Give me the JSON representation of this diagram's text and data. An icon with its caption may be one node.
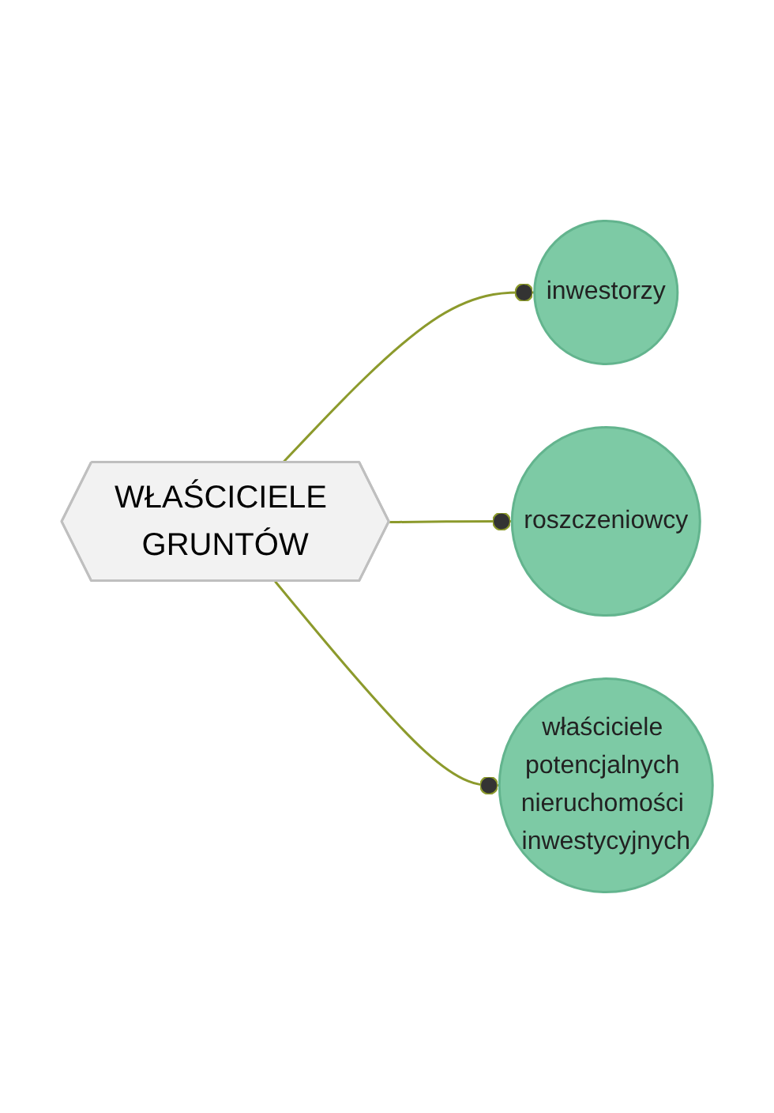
{
  "diagram": {
    "nodes": [
      {
        "text": [
          "WŁAŚCICIELE GRUNTÓW"
        ]
      },
      {
        "text": [
          "inwestorzy"
        ]
      },
      {
        "text": [
          "roszczeniowcy"
        ]
      },
      {
        "text": [
          "właściciele potencjalnych nieruchomości inwestycyjnych"
        ]
      }
    ],
    "edges": [
      {
        "from": 0,
        "to": 1,
        "arrow": "other"
      },
      {
        "from": 0,
        "to": 2,
        "arrow": "other"
      },
      {
        "from": 0,
        "to": 3,
        "arrow": "other"
      }
    ]
  }
}
